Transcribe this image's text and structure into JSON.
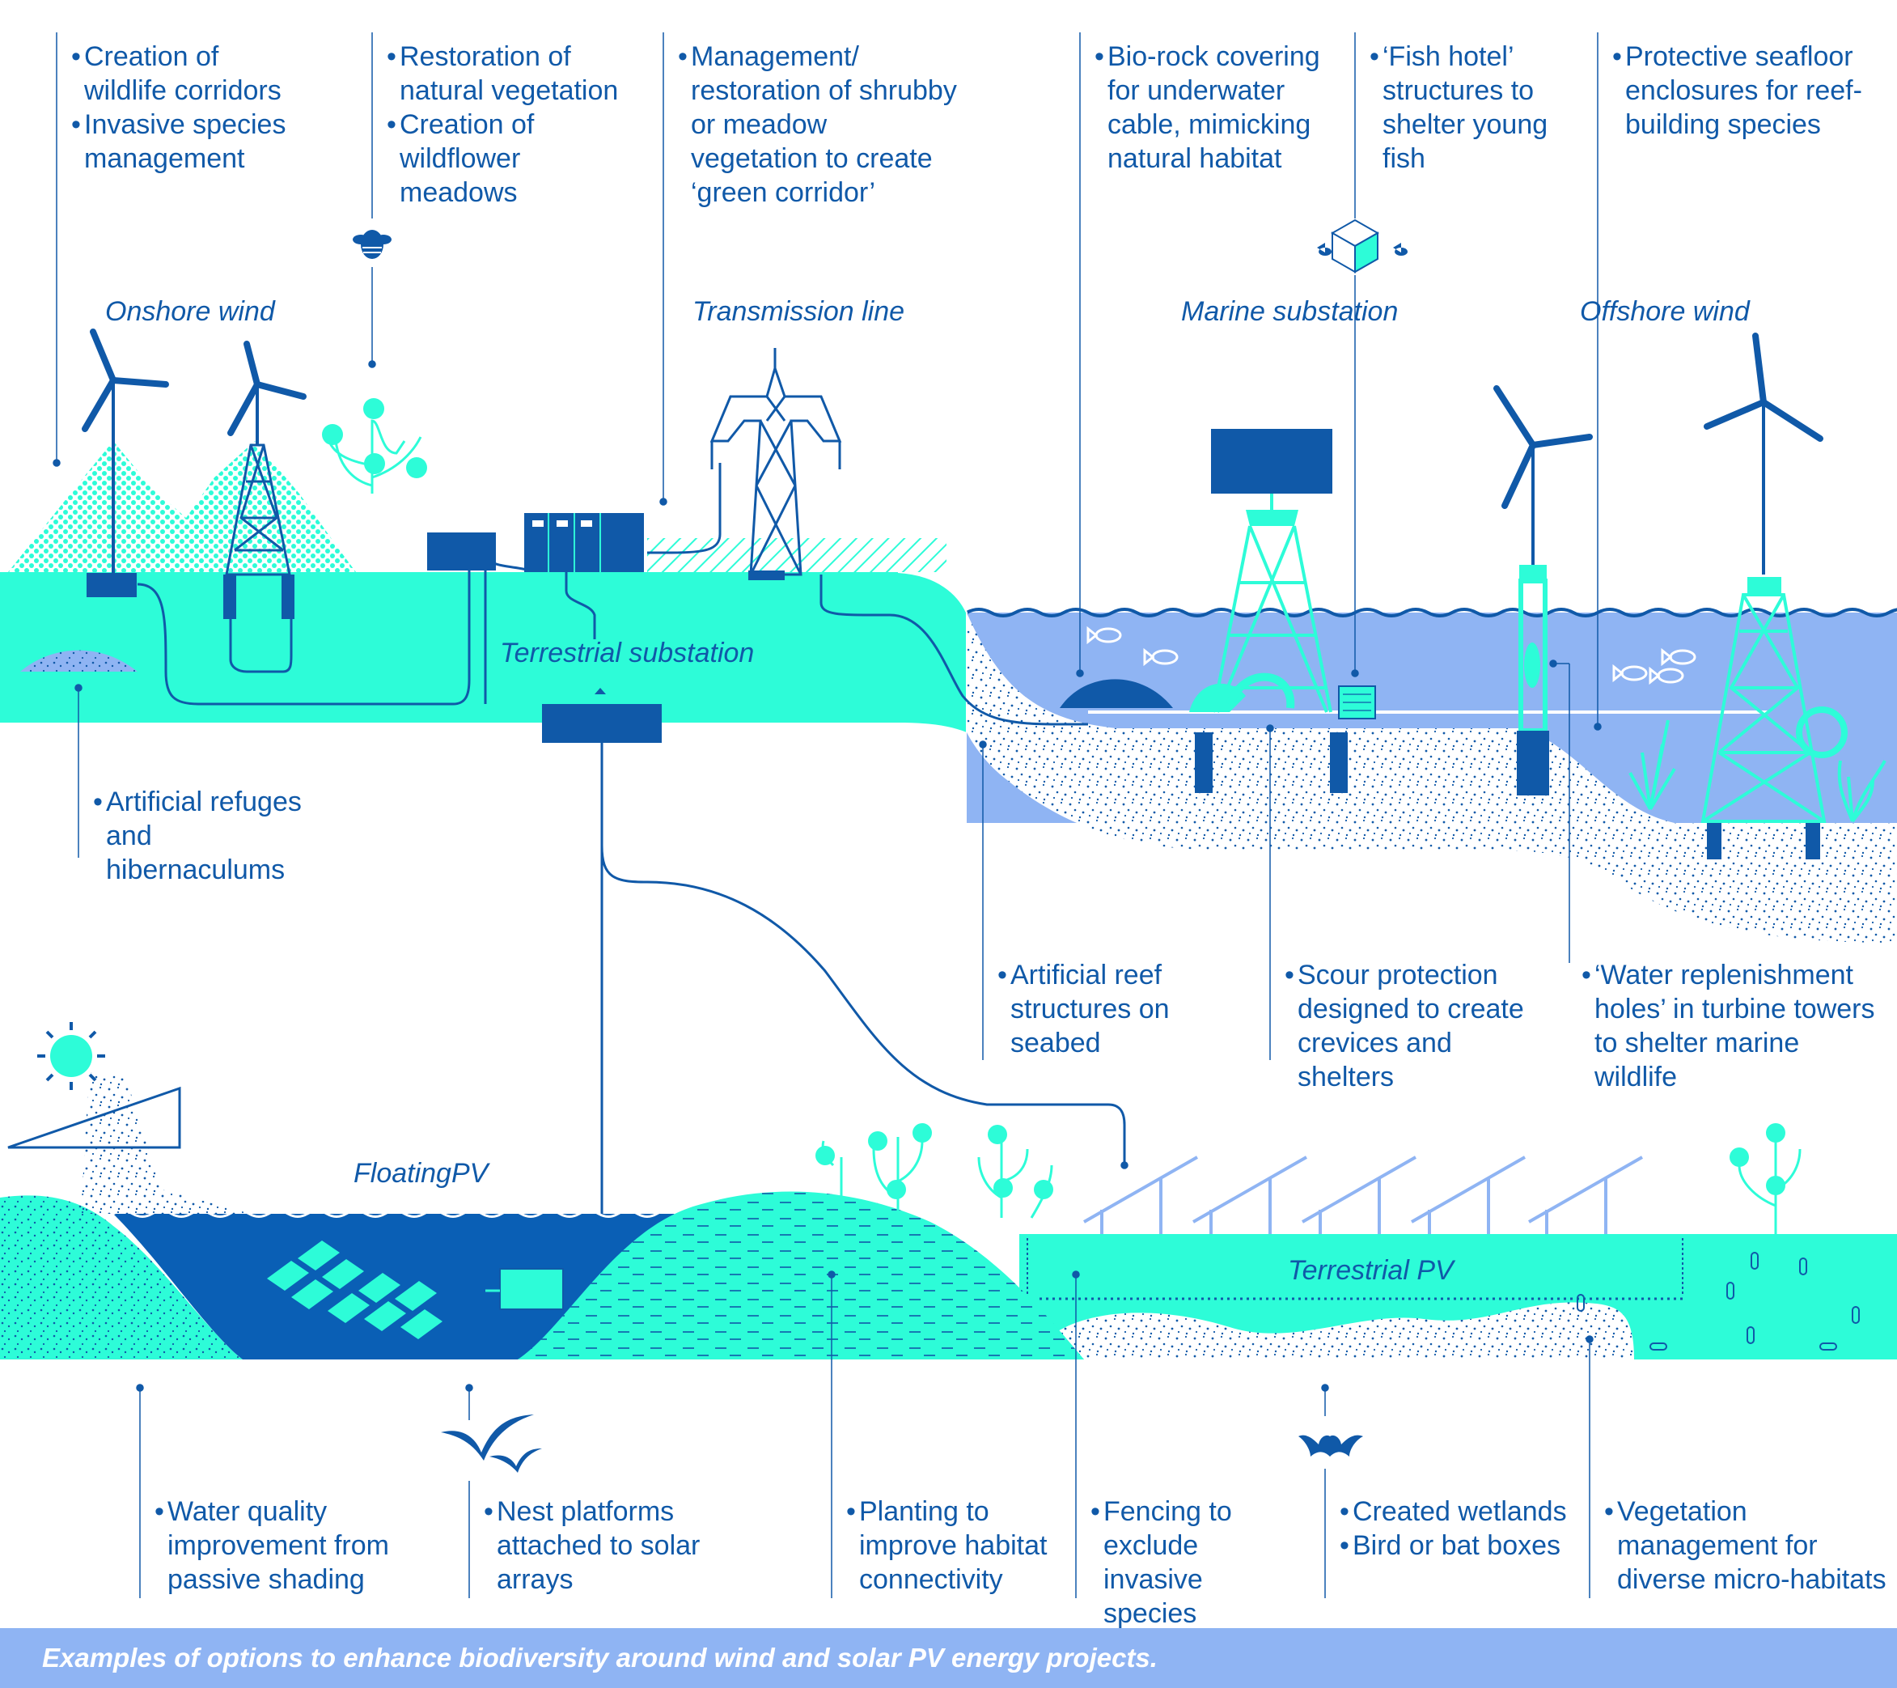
{
  "section_labels": {
    "onshore_wind": "Onshore wind",
    "transmission_line": "Transmission line",
    "marine_substation": "Marine substation",
    "offshore_wind": "Offshore wind",
    "terrestrial_substation": "Terrestrial substation",
    "floating_pv": "FloatingPV",
    "terrestrial_pv": "Terrestrial PV"
  },
  "annotations": {
    "wildlife_corridors": [
      "Creation of wildlife corridors",
      "Invasive species management"
    ],
    "natural_vegetation": [
      "Restoration of natural vegetation",
      "Creation of wildflower meadows"
    ],
    "green_corridor": [
      "Management/ restoration of shrubby or meadow vegetation to create ‘green corridor’"
    ],
    "bio_rock": [
      "Bio-rock covering for underwater cable, mimicking natural habitat"
    ],
    "fish_hotel": [
      "‘Fish hotel’ structures to shelter young fish"
    ],
    "seafloor_enclosures": [
      "Protective seafloor enclosures for reef-building species"
    ],
    "artificial_refuges": [
      "Artificial refuges and hibernaculums"
    ],
    "artificial_reef": [
      "Artificial reef structures on seabed"
    ],
    "scour_protection": [
      "Scour protection designed to create crevices and shelters"
    ],
    "water_replenishment": [
      "‘Water replenishment holes’ in turbine towers to shelter marine wildlife"
    ],
    "water_quality": [
      "Water quality improvement from passive shading"
    ],
    "nest_platforms": [
      "Nest platforms attached to solar arrays"
    ],
    "planting": [
      "Planting to improve habitat connectivity"
    ],
    "fencing": [
      "Fencing to exclude invasive species"
    ],
    "wetlands_boxes": [
      "Created wetlands",
      "Bird or bat boxes"
    ],
    "vegetation_management": [
      "Vegetation management for diverse micro-habitats"
    ]
  },
  "icons": [
    "bee-icon",
    "fish-hotel-icon",
    "fish-icon",
    "bird-icon",
    "bat-icon",
    "sun-icon",
    "wind-turbine-icon",
    "pylon-icon",
    "solar-panel-icon",
    "tree-icon"
  ],
  "caption": "Examples of options to enhance biodiversity around wind and solar PV energy projects.",
  "colors": {
    "turquoise": "#2dfcd8",
    "dark_blue": "#1059a8",
    "light_blue": "#8fb4f3",
    "navy_water": "#0a5fb5",
    "white": "#ffffff"
  }
}
